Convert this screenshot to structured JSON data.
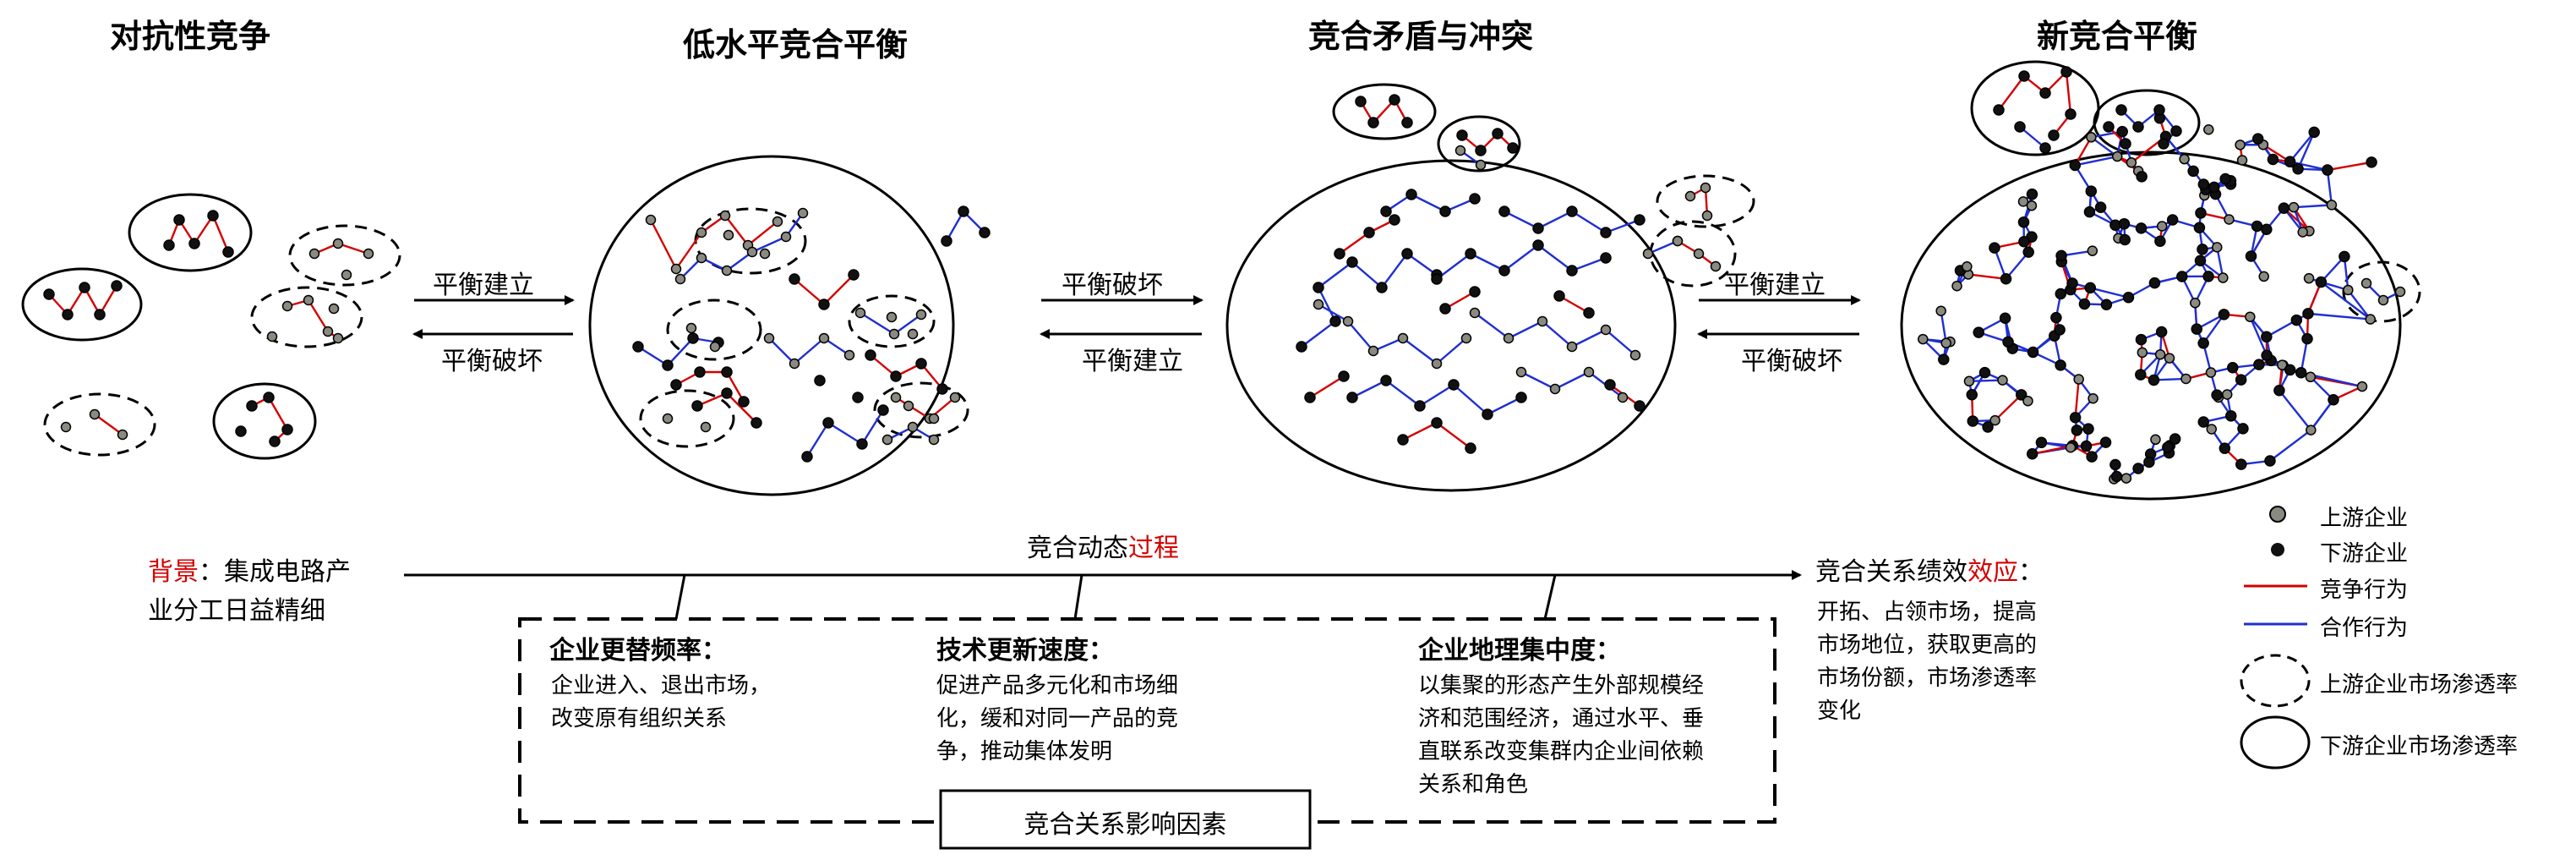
{
  "stages": [
    {
      "title": "对抗性竞争"
    },
    {
      "title": "低水平竞合平衡"
    },
    {
      "title": "竞合矛盾与冲突"
    },
    {
      "title": "新竞合平衡"
    }
  ],
  "transitions": [
    {
      "forward": "平衡建立",
      "backward": "平衡破坏"
    },
    {
      "forward": "平衡破坏",
      "backward": "平衡建立"
    },
    {
      "forward": "平衡建立",
      "backward": "平衡破坏"
    }
  ],
  "process": {
    "prefix": "竞合动态",
    "highlight": "过程"
  },
  "background": {
    "label": "背景",
    "line1_rest": "：集成电路产",
    "line2": "业分工日益精细"
  },
  "effect": {
    "prefix": "竞合关系绩效",
    "highlight": "效应",
    "suffix": "：",
    "lines": [
      "开拓、占领市场，提高",
      "市场地位，获取更高的",
      "市场份额，市场渗透率",
      "变化"
    ]
  },
  "factors": {
    "label": "竞合关系影响因素",
    "items": [
      {
        "title": "企业更替频率：",
        "lines": [
          "企业进入、退出市场，",
          "改变原有组织关系"
        ]
      },
      {
        "title": "技术更新速度：",
        "lines": [
          "促进产品多元化和市场细",
          "化，缓和对同一产品的竞",
          "争，推动集体发明"
        ]
      },
      {
        "title": "企业地理集中度：",
        "lines": [
          "以集聚的形态产生外部规模经",
          "济和范围经济，通过水平、垂",
          "直联系改变集群内企业间依赖",
          "关系和角色"
        ]
      }
    ]
  },
  "legend": [
    {
      "icon": "gray-dot-icon",
      "label": "上游企业"
    },
    {
      "icon": "black-dot-icon",
      "label": "下游企业"
    },
    {
      "icon": "red-line-icon",
      "label": "竞争行为"
    },
    {
      "icon": "blue-line-icon",
      "label": "合作行为"
    },
    {
      "icon": "dashed-circle-icon",
      "label": "上游企业市场渗透率"
    },
    {
      "icon": "solid-circle-icon",
      "label": "下游企业市场渗透率"
    }
  ],
  "colors": {
    "competition": "#d40000",
    "cooperation": "#1f2fd0",
    "upstream": "#8a8a80",
    "downstream": "#111111"
  }
}
